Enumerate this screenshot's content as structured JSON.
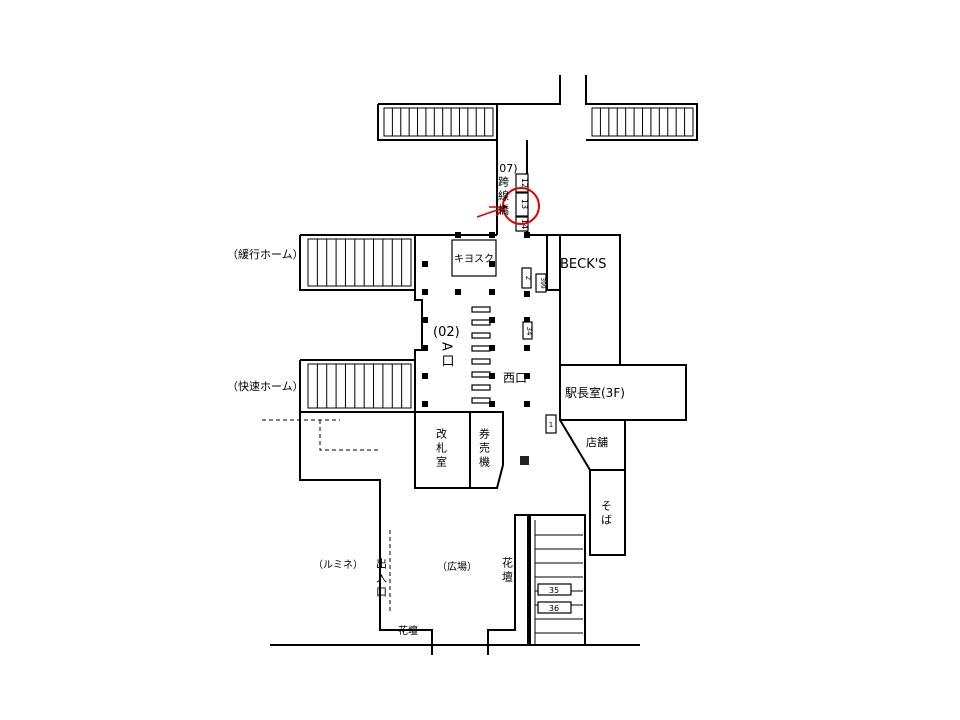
{
  "labels": {
    "bridge_code": "(07)",
    "bridge": "跨線橋",
    "kiosk": "キヨスク",
    "becks": "BECK'S",
    "local_platform": "（緩行ホーム）",
    "rapid_platform": "（快速ホーム）",
    "exit_a_code": "(02)",
    "exit_a": "A口",
    "west_exit": "西口",
    "stationmaster": "駅長室(3F)",
    "ticket_office": "改札室",
    "ticket_machines": "券売機",
    "shop": "店舗",
    "soba": "そば",
    "lumine": "（ルミネ）",
    "entrance": "出入口",
    "plaza": "（広場）",
    "flowerbed_1": "花壇",
    "flowerbed_2": "花壇"
  },
  "markers": {
    "m12": "12",
    "m13": "13",
    "m14": "14",
    "m2": "2",
    "m399": "399",
    "m34": "34",
    "m1": "1",
    "m35": "35",
    "m36": "36"
  },
  "highlight": {
    "target": "13",
    "color": "#e00000"
  }
}
